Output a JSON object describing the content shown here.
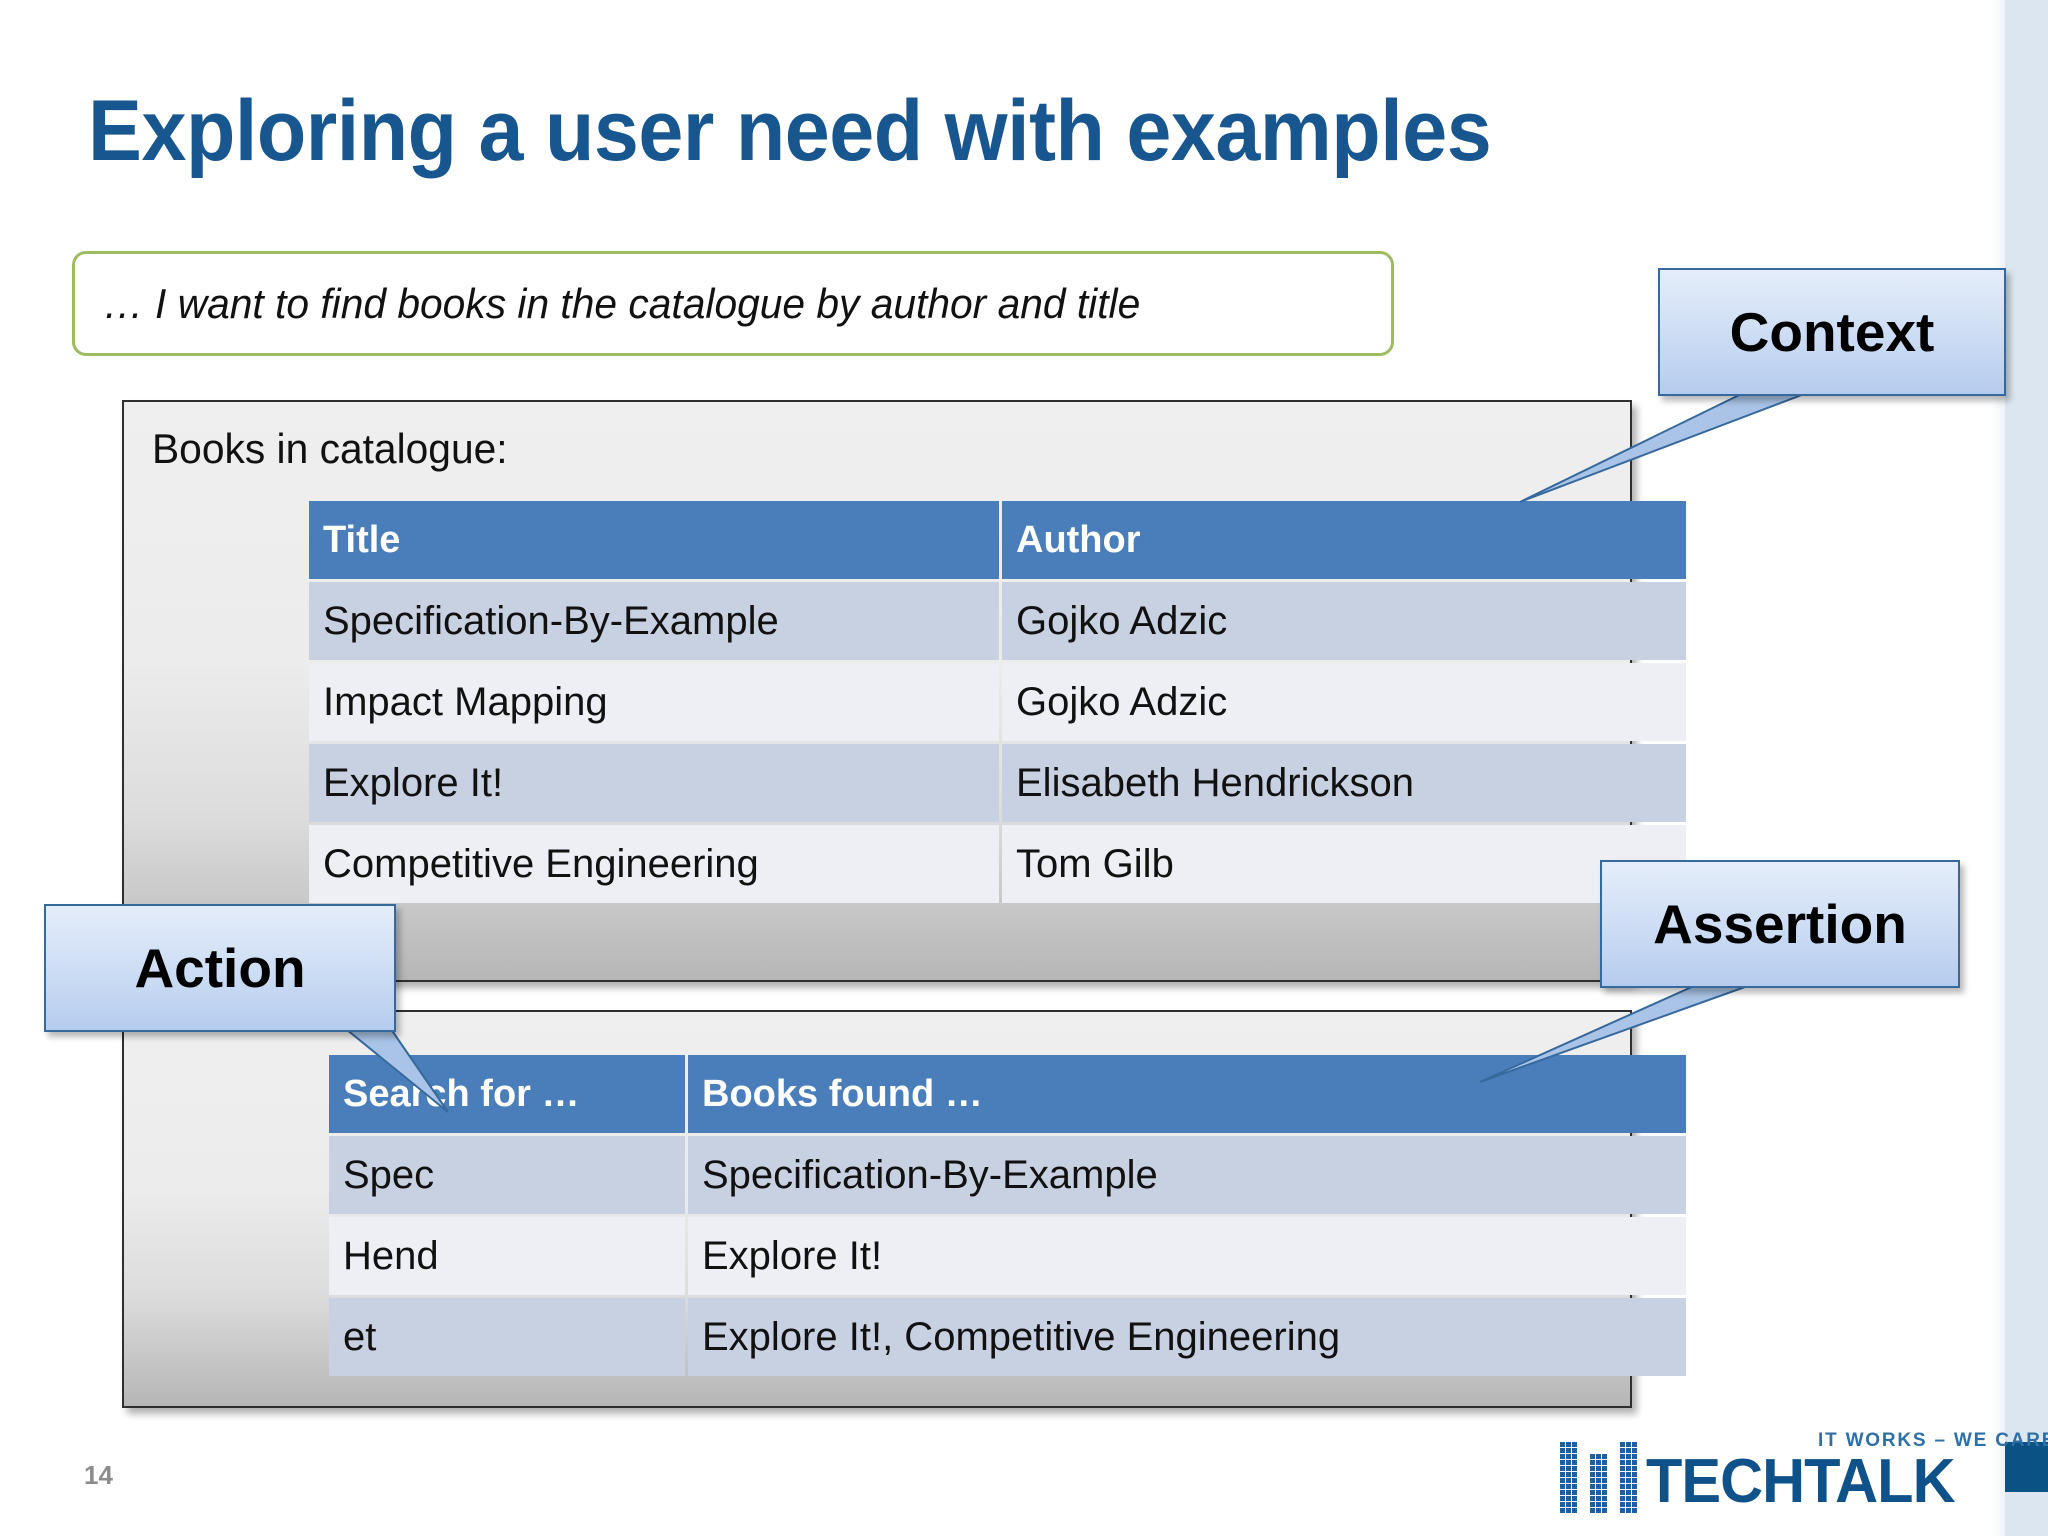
{
  "slide": {
    "title": "Exploring a user need with examples",
    "page_number": "14",
    "accent_blue": "#18568F",
    "table_header_blue": "#4A7EBB",
    "quote_border_green": "#9DBB61",
    "callout_border_blue": "#36699E",
    "band_blue": "#DCE6F0",
    "dark_block_blue": "#0A5184"
  },
  "quote": {
    "text": "… I want to find books in the catalogue by author and title"
  },
  "catalogue_panel": {
    "label": "Books in catalogue:",
    "table": {
      "columns": [
        "Title",
        "Author"
      ],
      "rows": [
        [
          "Specification-By-Example",
          "Gojko Adzic"
        ],
        [
          "Impact Mapping",
          "Gojko Adzic"
        ],
        [
          "Explore It!",
          "Elisabeth Hendrickson"
        ],
        [
          "Competitive Engineering",
          "Tom Gilb"
        ]
      ]
    }
  },
  "examples_panel": {
    "table": {
      "columns": [
        "Search for …",
        "Books found  …"
      ],
      "rows": [
        [
          "Spec",
          "Specification-By-Example"
        ],
        [
          "Hend",
          "Explore It!"
        ],
        [
          "et",
          "Explore It!, Competitive Engineering"
        ]
      ]
    }
  },
  "callouts": {
    "context": "Context",
    "assertion": "Assertion",
    "action": "Action"
  },
  "logo": {
    "wordmark": "TECHTALK",
    "tagline": "IT WORKS – WE CARE"
  }
}
